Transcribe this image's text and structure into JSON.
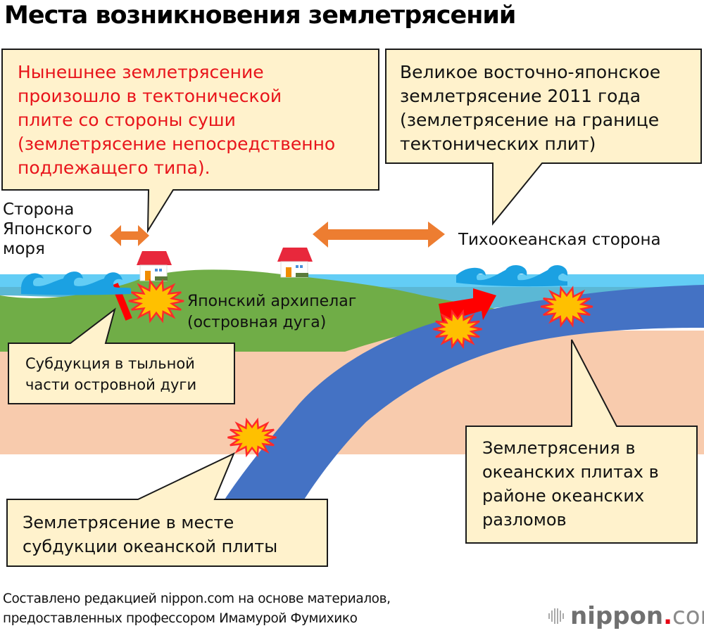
{
  "title": "Места возникновения землетрясений",
  "callouts": {
    "current_quake": {
      "lines": [
        "Нынешнее землетрясение",
        "произошло в тектонической",
        "плите со стороны суши",
        "(землетрясение непосредственно",
        "подлежащего типа)."
      ],
      "color": "#e8141b"
    },
    "great_east_japan": {
      "lines": [
        "Великое восточно-японское",
        "землетрясение 2011 года",
        "(землетрясение на границе",
        "тектонических плит)"
      ]
    },
    "back_arc": {
      "lines": [
        "Субдукция в тыльной",
        "части островной дуги"
      ]
    },
    "oceanic_subduction": {
      "lines": [
        "Землетрясение в месте",
        "субдукции океанской плиты"
      ]
    },
    "outer_rise": {
      "lines": [
        "Землетрясения в",
        "океанских плитах в",
        "районе океанских",
        "разломов"
      ]
    }
  },
  "labels": {
    "sea_of_japan": [
      "Сторона",
      "Японского",
      "моря"
    ],
    "pacific_side": "Тихоокеанская сторона",
    "archipelago": [
      "Японский архипелаг",
      "(островная дуга)"
    ]
  },
  "icons": {
    "waves": "wave-icon",
    "house": "house-icon",
    "burst": "explosion-burst-icon",
    "arrow": "double-arrow-icon"
  },
  "colors": {
    "callout_fill": "#fff2cc",
    "land_green": "#70ad47",
    "sea_light": "#63cdf5",
    "sea_mid": "#5bb8d5",
    "oceanic_plate": "#4472c4",
    "mantle": "#f8cbad",
    "orange_arrow": "#ed7d31",
    "red_arrow": "#ff0000",
    "burst_fill": "#ffc000",
    "burst_stroke": "#ff2a2a",
    "wave_blue": "#1ba1e2"
  },
  "credit": {
    "lines": [
      "Составлено редакцией nippon.com на основе материалов,",
      "предоставленных профессором Имамурой Фумихико"
    ]
  },
  "logo": {
    "brand": "nippon",
    "dot": ".",
    "tld": "com"
  }
}
